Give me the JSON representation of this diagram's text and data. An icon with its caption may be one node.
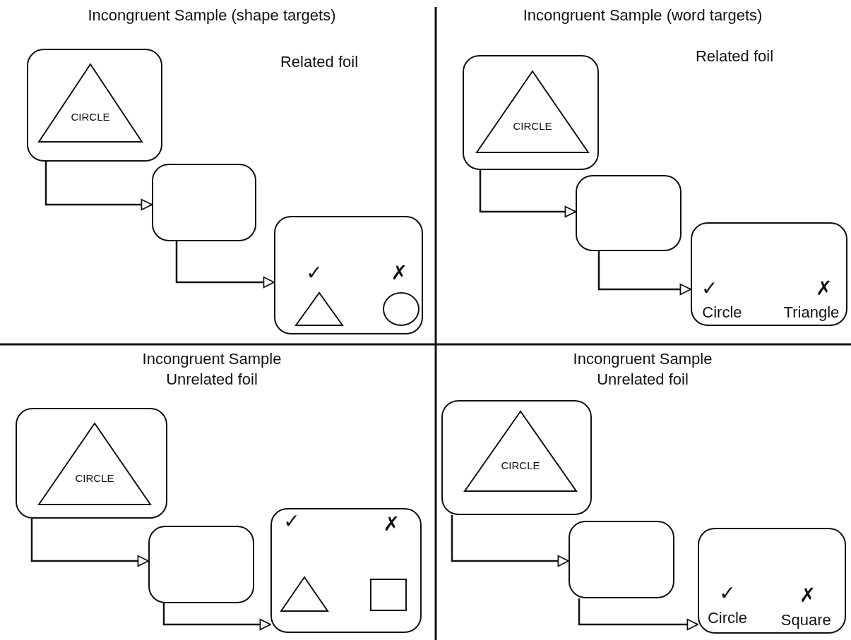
{
  "diagram": {
    "nodes": [
      {
        "text": [],
        "shape": "box"
      },
      {
        "text": [
          "CIRCLE"
        ],
        "in": 0
      },
      {
        "text": [],
        "shape": "box"
      },
      {
        "text": [
          "✓",
          "✗"
        ]
      },
      {
        "text": [],
        "shape": "triangle",
        "in": 3
      },
      {
        "text": [],
        "shape": "circle",
        "in": 3
      },
      {
        "text": [],
        "shape": "box"
      },
      {
        "text": [
          "CIRCLE"
        ],
        "in": 6
      },
      {
        "text": [],
        "shape": "box"
      },
      {
        "text": [
          "✓",
          "✗",
          "Circle",
          "Triangle"
        ]
      },
      {
        "text": [],
        "shape": "box"
      },
      {
        "text": [
          "CIRCLE"
        ],
        "in": 10
      },
      {
        "text": [],
        "shape": "box"
      },
      {
        "text": [
          "✓",
          "✗"
        ]
      },
      {
        "text": [],
        "shape": "triangle",
        "in": 13
      },
      {
        "text": [],
        "shape": "square",
        "in": 13
      },
      {
        "text": [],
        "shape": "box"
      },
      {
        "text": [
          "CIRCLE"
        ],
        "in": 16
      },
      {
        "text": [],
        "shape": "box"
      },
      {
        "text": [
          "✓",
          "✗",
          "Circle",
          "Square"
        ]
      }
    ],
    "edges": [
      {
        "from": 0,
        "to": 2,
        "arrow": "to"
      },
      {
        "from": 2,
        "to": 3,
        "arrow": "to"
      },
      {
        "from": 6,
        "to": 8,
        "arrow": "to"
      },
      {
        "from": 8,
        "to": 9,
        "arrow": "to"
      },
      {
        "from": 10,
        "to": 12,
        "arrow": "to"
      },
      {
        "from": 12,
        "to": 13,
        "arrow": "to"
      },
      {
        "from": 16,
        "to": 18,
        "arrow": "to"
      },
      {
        "from": 18,
        "to": 19,
        "arrow": "to"
      }
    ],
    "labels": [
      "Incongruent Sample (shape targets)",
      "Related foil",
      "Incongruent Sample (word targets)",
      "Related foil",
      "Incongruent Sample Unrelated foil",
      "Incongruent Sample Unrelated foil"
    ]
  }
}
